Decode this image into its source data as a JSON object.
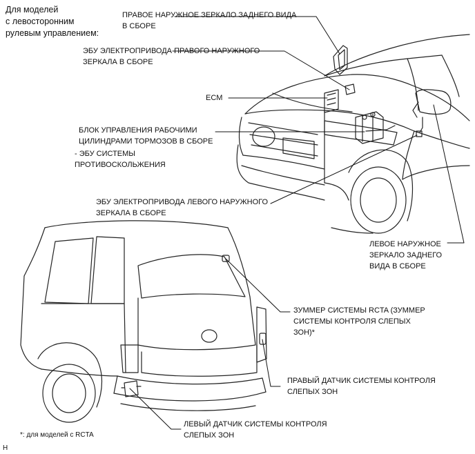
{
  "header_note": "Для моделей\nс левосторонним\nрулевым управлением:",
  "labels": {
    "right_mirror": "ПРАВОЕ НАРУЖНОЕ ЗЕРКАЛО ЗАДНЕГО ВИДА\nВ СБОРЕ",
    "right_mirror_ecu": "ЭБУ ЭЛЕКТРОПРИВОДА ПРАВОГО НАРУЖНОГО\nЗЕРКАЛА В СБОРЕ",
    "ecm": "ECM",
    "brake_actuator": "БЛОК УПРАВЛЕНИЯ РАБОЧИМИ\nЦИЛИНДРАМИ ТОРМОЗОВ В СБОРЕ",
    "skid_control_ecu": "- ЭБУ СИСТЕМЫ\nПРОТИВОСКОЛЬЖЕНИЯ",
    "left_mirror_ecu": "ЭБУ ЭЛЕКТРОПРИВОДА ЛЕВОГО НАРУЖНОГО\nЗЕРКАЛА В СБОРЕ",
    "left_mirror": "ЛЕВОЕ НАРУЖНОЕ\nЗЕРКАЛО ЗАДНЕГО\nВИДА В СБОРЕ",
    "rcta_buzzer": "ЗУММЕР СИСТЕМЫ RCTA (ЗУММЕР\nСИСТЕМЫ КОНТРОЛЯ СЛЕПЫХ\nЗОН)*",
    "right_bsm_sensor": "ПРАВЫЙ ДАТЧИК СИСТЕМЫ КОНТРОЛЯ\nСЛЕПЫХ ЗОН",
    "left_bsm_sensor": "ЛЕВЫЙ ДАТЧИК СИСТЕМЫ КОНТРОЛЯ\nСЛЕПЫХ ЗОН"
  },
  "footnote": "*: для моделей с RCTA",
  "figure_code": "H"
}
